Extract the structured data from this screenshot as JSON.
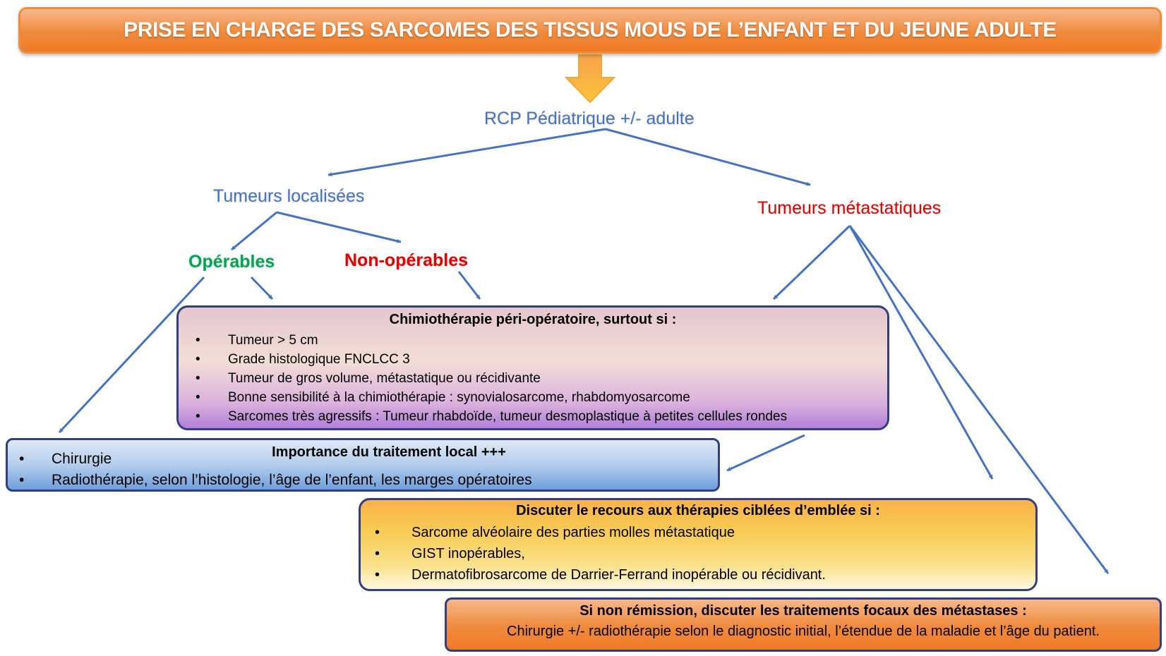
{
  "title": "PRISE EN CHARGE DES SARCOMES DES TISSUS MOUS DE L’ENFANT ET DU JEUNE ADULTE",
  "rcp": "RCP Pédiatrique +/- adulte",
  "localized": "Tumeurs localisées",
  "metastatic": "Tumeurs métastatiques",
  "operable": "Opérables",
  "non_operable": "Non-opérables",
  "bullet_glyph": "•",
  "chemo": {
    "heading": "Chimiothérapie péri-opératoire, surtout si :",
    "items": [
      "Tumeur > 5 cm",
      "Grade histologique FNCLCC 3",
      "Tumeur de gros volume, métastatique ou récidivante",
      "Bonne sensibilité à la chimiothérapie :  synovialosarcome, rhabdomyosarcome",
      "Sarcomes très agressifs : Tumeur rhabdoïde, tumeur desmoplastique à petites cellules rondes"
    ]
  },
  "local_treatment": {
    "heading": "Importance du traitement local +++",
    "items": [
      "Chirurgie",
      "Radiothérapie, selon l’histologie, l’âge de l’enfant, les marges opératoires"
    ]
  },
  "targeted": {
    "heading": "Discuter le recours aux thérapies ciblées d’emblée si :",
    "items": [
      "Sarcome alvéolaire des parties molles métastatique",
      "GIST inopérables,",
      "Dermatofibrosarcome de Darrier-Ferrand inopérable ou récidivant."
    ]
  },
  "remission": {
    "heading": "Si non rémission, discuter les traitements focaux des métastases :",
    "text": "Chirurgie +/- radiothérapie selon le diagnostic initial, l’étendue de la maladie et l’âge du patient."
  },
  "colors": {
    "arrow": "#4472c4",
    "title_orange": "#f08a3c",
    "big_arrow": "#fbb03b",
    "localized_text": "#4472c4",
    "metastatic_text": "#e60000",
    "operable_text": "#00a651",
    "non_operable_text": "#e60000",
    "box_border": "#2f3f80"
  }
}
